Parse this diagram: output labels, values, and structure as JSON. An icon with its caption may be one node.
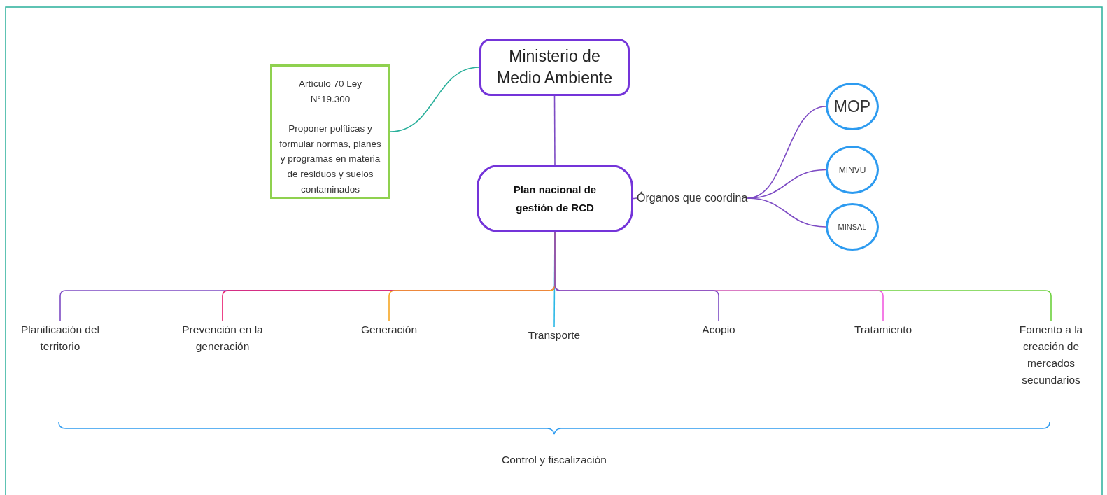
{
  "diagram": {
    "nodes": [
      {
        "text": [
          "Ministerio de Medio Ambiente"
        ]
      },
      {
        "text": [
          "Artículo 70 Ley N°19.300",
          "Proponer políticas y formular normas, planes y programas en materia de residuos y suelos contaminados"
        ]
      },
      {
        "text": [
          "Plan nacional de gestión de RCD"
        ]
      },
      {
        "text": [
          "Órganos que coordina"
        ]
      },
      {
        "text": [
          "MOP"
        ]
      },
      {
        "text": [
          "MINVU"
        ]
      },
      {
        "text": [
          "MINSAL"
        ]
      },
      {
        "text": [
          "Planificación del territorio"
        ]
      },
      {
        "text": [
          "Prevención en la generación"
        ]
      },
      {
        "text": [
          "Generación"
        ]
      },
      {
        "text": [
          "Transporte"
        ]
      },
      {
        "text": [
          "Acopio"
        ]
      },
      {
        "text": [
          "Tratamiento"
        ]
      },
      {
        "text": [
          "Fomento a la creación de mercados secundarios"
        ]
      }
    ],
    "edges": [
      {
        "from": 0,
        "to": 1,
        "arrow": "none",
        "color": "#2ab09b"
      },
      {
        "from": 0,
        "to": 2,
        "arrow": "none"
      },
      {
        "from": 2,
        "to": 3,
        "arrow": "none"
      },
      {
        "from": 3,
        "to": 4,
        "arrow": "none"
      },
      {
        "from": 3,
        "to": 5,
        "arrow": "none"
      },
      {
        "from": 3,
        "to": 6,
        "arrow": "none"
      },
      {
        "from": 2,
        "to": 7,
        "arrow": "none"
      },
      {
        "from": 2,
        "to": 8,
        "arrow": "none",
        "color": "#e8176b"
      },
      {
        "from": 2,
        "to": 9,
        "arrow": "none",
        "color": "#f5a623"
      },
      {
        "from": 2,
        "to": 10,
        "arrow": "none",
        "color": "#2cb8e6"
      },
      {
        "from": 2,
        "to": 11,
        "arrow": "none"
      },
      {
        "from": 2,
        "to": 12,
        "arrow": "none",
        "color": "#f25ce0"
      },
      {
        "from": 2,
        "to": 13,
        "arrow": "none",
        "color": "#6cd13c"
      }
    ],
    "labels": [
      "Control y fiscalización"
    ]
  }
}
